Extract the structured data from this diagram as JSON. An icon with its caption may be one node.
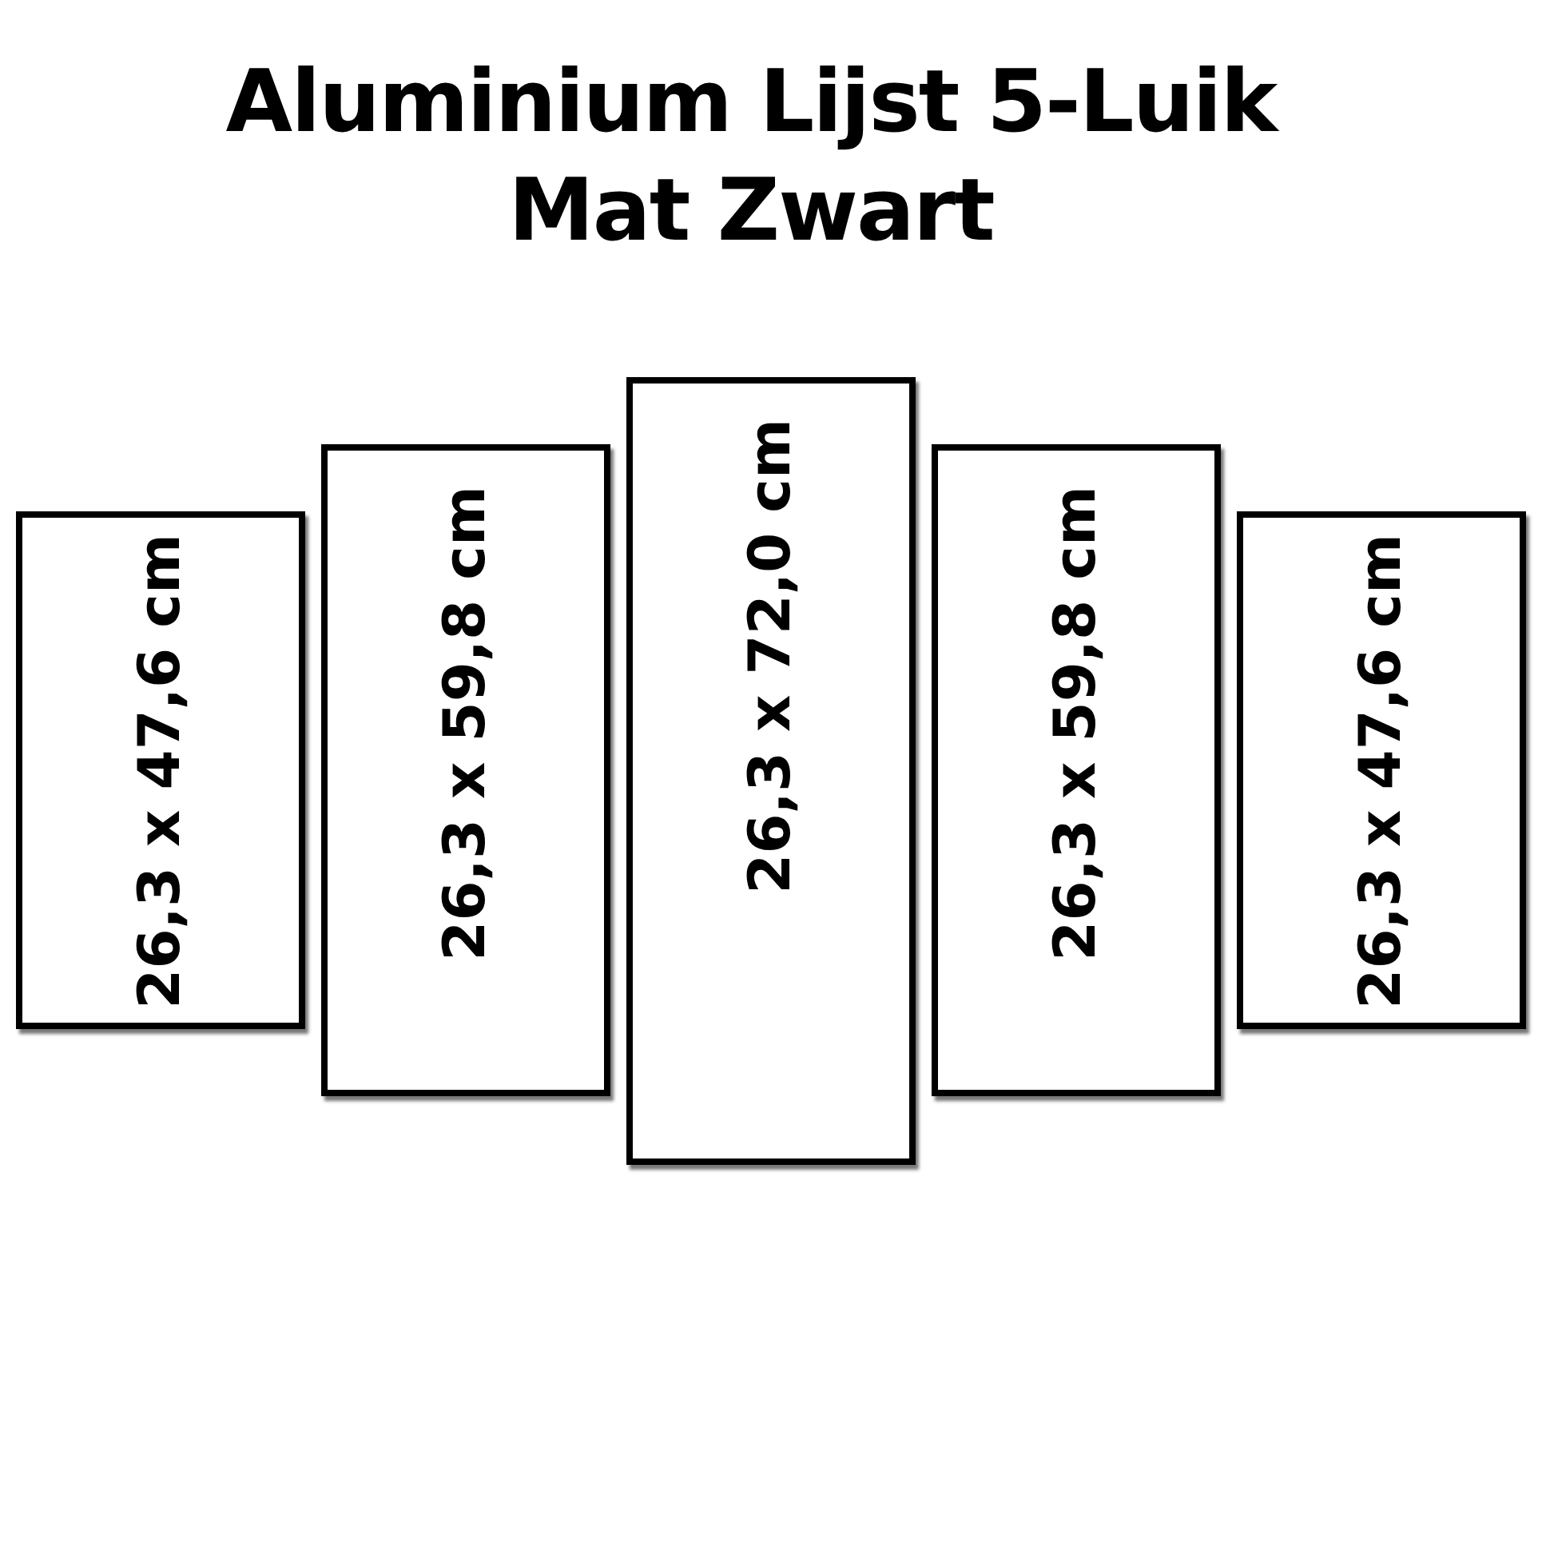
{
  "diagram": {
    "title": "Aluminium Lijst 5-Luik Mat Zwart",
    "nodes": [
      {
        "text": [
          "26,3 x 47,6 cm"
        ]
      },
      {
        "text": [
          "26,3 x 59,8 cm"
        ]
      },
      {
        "text": [
          "26,3 x 72,0 cm"
        ]
      },
      {
        "text": [
          "26,3 x 59,8 cm"
        ]
      },
      {
        "text": [
          "26,3 x 47,6 cm"
        ]
      }
    ]
  }
}
